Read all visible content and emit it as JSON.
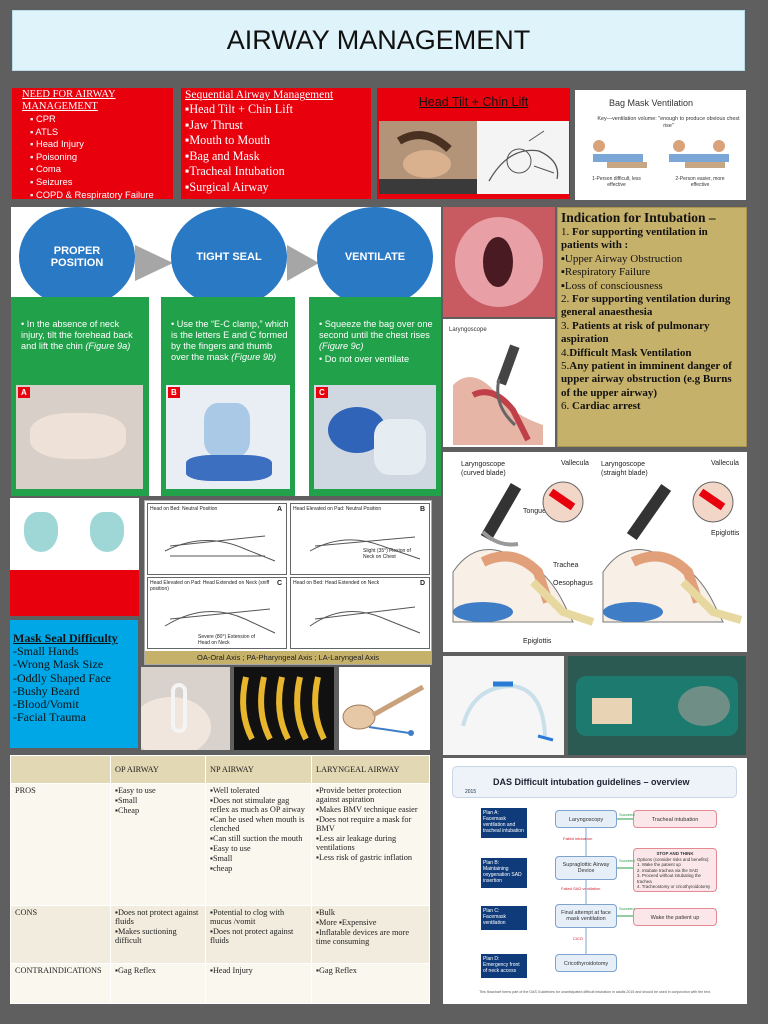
{
  "title": "AIRWAY MANAGEMENT",
  "need_box": {
    "heading": "NEED FOR AIRWAY MANAGEMENT",
    "items": [
      "CPR",
      "ATLS",
      "Head Injury",
      "Poisoning",
      "Coma",
      "Seizures",
      "COPD &  Respiratory Failure"
    ]
  },
  "sequential": {
    "heading": "Sequential Airway Management",
    "items": [
      "Head Tilt + Chin Lift",
      "Jaw Thrust",
      "Mouth to Mouth",
      "Bag and Mask",
      "Tracheal Intubation",
      "Surgical Airway"
    ]
  },
  "head_tilt": {
    "title": "Head Tilt + Chin Lift"
  },
  "bmv": {
    "title": "Bag Mask Ventilation",
    "note": "Key—ventilation volume: \"enough to produce obvious chest rise\"",
    "left_caption": "1-Person difficult, less effective",
    "right_caption": "2-Person easier, more effective"
  },
  "steps": [
    {
      "label": "PROPER POSITION",
      "text": "In the absence of neck injury, tilt the forehead back and lift the chin",
      "fig": "(Figure 9a)",
      "tag": "A"
    },
    {
      "label": "TIGHT SEAL",
      "text": "Use the “E-C clamp,” which is the letters E and C formed by the fingers and thumb over the mask",
      "fig": "(Figure 9b)",
      "tag": "B"
    },
    {
      "label": "VENTILATE",
      "text": "Squeeze the bag over one second until the chest rises",
      "fig": "(Figure 9c)",
      "text2": "Do not over ventilate",
      "tag": "C"
    }
  ],
  "intubation": {
    "heading": "Indication for Intubation –",
    "items": [
      {
        "n": "1.",
        "bold": "For supporting ventilation in patients with :"
      },
      {
        "sub": "Upper Airway Obstruction"
      },
      {
        "sub": "Respiratory  Failure"
      },
      {
        "sub": "Loss of consciousness"
      },
      {
        "n": "2.",
        "bold": "For supporting ventilation during general anaesthesia"
      },
      {
        "n": "3.",
        "bold": "Patients at risk of pulmonary aspiration"
      },
      {
        "n": "4.",
        "bold": "Difficult Mask Ventilation"
      },
      {
        "n": "5.",
        "bold": "Any patient in imminent danger of upper airway obstruction (e.g Burns of the upper airway)"
      },
      {
        "n": "6.",
        "bold": "Cardiac arrest"
      }
    ]
  },
  "laryngoscope": {
    "label": "Laryngoscope",
    "curved": "Laryngoscope (curved blade)",
    "straight": "Laryngoscope (straight blade)",
    "vallecula": "Vallecula",
    "tongue": "Tongue",
    "epiglottis": "Epiglottis",
    "trachea": "Trachea",
    "oesophagus": "Oesophagus"
  },
  "positions": {
    "caption": "OA-Oral Axis ;    PA-Pharyngeal Axis ;     LA-Laryngeal Axis",
    "panels": [
      "Head on Bed: Neutral Position",
      "Head Elevated on Pad: Neutral Position",
      "Head Elevated on Pad: Head Extended on Neck (sniff position)",
      "Head on Bed: Head Extended on Neck"
    ],
    "note_b": "Slight (35°) Flexion of Neck on Chest",
    "note_c": "Severe (80°) Extension of Head on Neck",
    "tags": [
      "A",
      "B",
      "C",
      "D"
    ]
  },
  "mask_seal": {
    "heading": "Mask Seal Difficulty",
    "items": [
      "-Small Hands",
      "-Wrong Mask Size",
      "-Oddly Shaped Face",
      "-Bushy Beard",
      "-Blood/Vomit",
      "-Facial Trauma"
    ]
  },
  "table": {
    "headers": [
      "",
      "OP AIRWAY",
      "NP AIRWAY",
      "LARYNGEAL AIRWAY"
    ],
    "rows": [
      {
        "label": "PROS",
        "op": [
          "▪Easy to use",
          "▪Small",
          "▪Cheap"
        ],
        "np": [
          "▪Well tolerated",
          "▪Does not stimulate gag reflex as much as OP airway",
          "▪Can be used when mouth is clenched",
          "▪Can still suction the mouth",
          "▪Easy to use",
          "▪Small",
          "▪cheap"
        ],
        "la": [
          "▪Provide better protection against aspiration",
          "▪Makes BMV technique easier",
          "▪Does not require a mask for BMV",
          "▪Less air leakage during ventilations",
          "▪Less risk of gastric inflation"
        ]
      },
      {
        "label": "CONS",
        "op": [
          "▪Does not protect against fluids",
          "▪Makes suctioning difficult"
        ],
        "np": [
          "▪Potential to clog with mucus /vomit",
          "▪Does not protect against fluids"
        ],
        "la": [
          "▪Bulk",
          "▪More ▪Expensive",
          "▪Inflatable devices are more time consuming"
        ]
      },
      {
        "label": "CONTRAINDICATIONS",
        "op": [
          "▪Gag Reflex"
        ],
        "np": [
          "▪Head Injury"
        ],
        "la": [
          "▪Gag Reflex"
        ]
      }
    ]
  },
  "das": {
    "title": "DAS Difficult intubation guidelines – overview",
    "year": "2015",
    "plans": [
      {
        "name": "Plan A:",
        "desc": "Facemask ventilation and tracheal intubation",
        "box": "Laryngoscopy",
        "success": "Tracheal intubation"
      },
      {
        "name": "Plan B:",
        "desc": "Maintaining oxygenation SAD insertion",
        "box": "Supraglottic Airway Device",
        "success": "STOP AND THINK"
      },
      {
        "name": "Plan C:",
        "desc": "Facemask ventilation",
        "box": "Final attempt at face mask ventilation",
        "success": "Wake the patient up"
      },
      {
        "name": "Plan D:",
        "desc": "Emergency front of neck access",
        "box": "Cricothyroidotomy",
        "success": ""
      }
    ],
    "succeed": "Succeed",
    "failed_int": "Failed intubation",
    "failed_sad": "Failed SAD ventilation",
    "cico": "CICO",
    "stop_options": [
      "Options (consider risks and benefits):",
      "1. Wake the patient up",
      "2. Intubate trachea via the SAD",
      "3. Proceed without intubating the trachea",
      "4. Tracheostomy or cricothyroidotomy"
    ],
    "footer": "This flowchart forms part of the DAS Guidelines for unanticipated difficult intubation in adults 2015 and should be used in conjunction with the text."
  },
  "colors": {
    "red": "#e8000d",
    "green": "#21a24a",
    "blue": "#2979c4",
    "tan": "#c6b16b",
    "cyan": "#00a7e6"
  }
}
